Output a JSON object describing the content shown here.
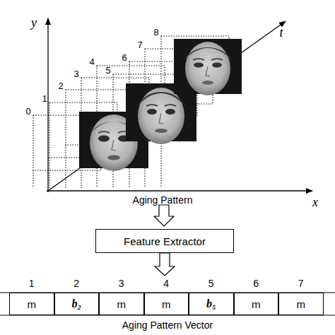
{
  "diagram": {
    "nodes": [
      {
        "text": [
          "Feature Extractor"
        ]
      },
      {
        "text": [
          "Aging Pattern Vector"
        ]
      },
      {
        "text": [
          "m"
        ],
        "in": 1
      },
      {
        "text": [
          "b₂"
        ],
        "in": 1
      },
      {
        "text": [
          "m"
        ],
        "in": 1
      },
      {
        "text": [
          "m"
        ],
        "in": 1
      },
      {
        "text": [
          "b₅"
        ],
        "in": 1
      },
      {
        "text": [
          "m"
        ],
        "in": 1
      },
      {
        "text": [
          "m"
        ],
        "in": 1
      }
    ],
    "edges": [
      {
        "from": 0,
        "to": 1,
        "arrow": "to"
      }
    ],
    "labels": [
      "y",
      "t",
      "x",
      "0",
      "1",
      "2",
      "3",
      "4",
      "5",
      "6",
      "7",
      "8",
      "Aging Pattern",
      "1",
      "2",
      "3",
      "4",
      "5",
      "6",
      "7"
    ]
  }
}
